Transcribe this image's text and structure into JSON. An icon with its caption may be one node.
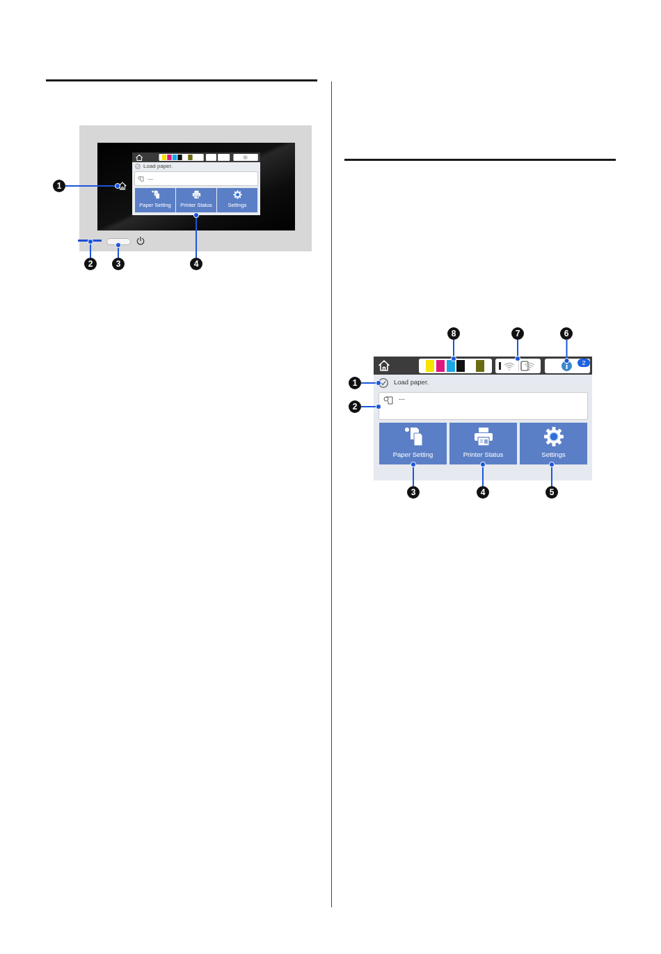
{
  "diagram": {
    "nodes": [
      {
        "text": [
          "1"
        ]
      },
      {
        "text": [],
        "shape": "picture"
      },
      {
        "text": [],
        "shape": "box"
      },
      {
        "text": [
          "---"
        ],
        "in": 2
      },
      {
        "text": [
          "Paper Setting"
        ],
        "in": 2
      },
      {
        "text": [
          "Printer Status"
        ],
        "in": 2
      },
      {
        "text": [
          "Settings"
        ],
        "in": 2
      },
      {
        "text": [],
        "shape": "bar"
      },
      {
        "text": [],
        "shape": "box"
      },
      {
        "text": [
          "2"
        ]
      },
      {
        "text": [
          "3"
        ]
      },
      {
        "text": [
          "4"
        ]
      },
      {
        "text": [
          "8"
        ]
      },
      {
        "text": [
          "7"
        ]
      },
      {
        "text": [
          "6"
        ]
      },
      {
        "text": [],
        "shape": "box"
      },
      {
        "text": [],
        "shape": "box",
        "in": 15
      },
      {
        "text": [],
        "shape": "box",
        "in": 15
      },
      {
        "text": [],
        "shape": "box",
        "in": 15
      },
      {
        "text": [],
        "shape": "circle",
        "in": 18
      },
      {
        "text": [
          "2"
        ],
        "in": 18
      },
      {
        "text": [],
        "shape": "circle",
        "in": 15
      },
      {
        "text": [
          "---"
        ],
        "in": 15
      },
      {
        "text": [
          "Paper Setting"
        ],
        "in": 15
      },
      {
        "text": [
          "Printer Status"
        ],
        "in": 15
      },
      {
        "text": [
          "Settings"
        ],
        "in": 15
      },
      {
        "text": [
          "1"
        ]
      },
      {
        "text": [
          "2"
        ]
      },
      {
        "text": [
          "3"
        ]
      },
      {
        "text": [
          "4"
        ]
      },
      {
        "text": [
          "5"
        ]
      }
    ],
    "edges": [
      {
        "from": 0,
        "to": 1,
        "arrow": "other"
      },
      {
        "from": 9,
        "to": 7,
        "arrow": "other"
      },
      {
        "from": 10,
        "to": 8,
        "arrow": "other"
      },
      {
        "from": 11,
        "to": 2,
        "arrow": "other"
      },
      {
        "from": 12,
        "to": 16,
        "arrow": "other"
      },
      {
        "from": 13,
        "to": 17,
        "arrow": "other"
      },
      {
        "from": 14,
        "to": 19,
        "arrow": "other"
      },
      {
        "from": 26,
        "to": 21,
        "arrow": "other"
      },
      {
        "from": 27,
        "to": 22,
        "arrow": "other"
      },
      {
        "from": 28,
        "to": 23,
        "arrow": "other"
      },
      {
        "from": 29,
        "to": 24,
        "arrow": "other"
      },
      {
        "from": 30,
        "to": 25,
        "arrow": "other"
      }
    ],
    "labels": [
      "Load paper.",
      "Load paper."
    ]
  }
}
